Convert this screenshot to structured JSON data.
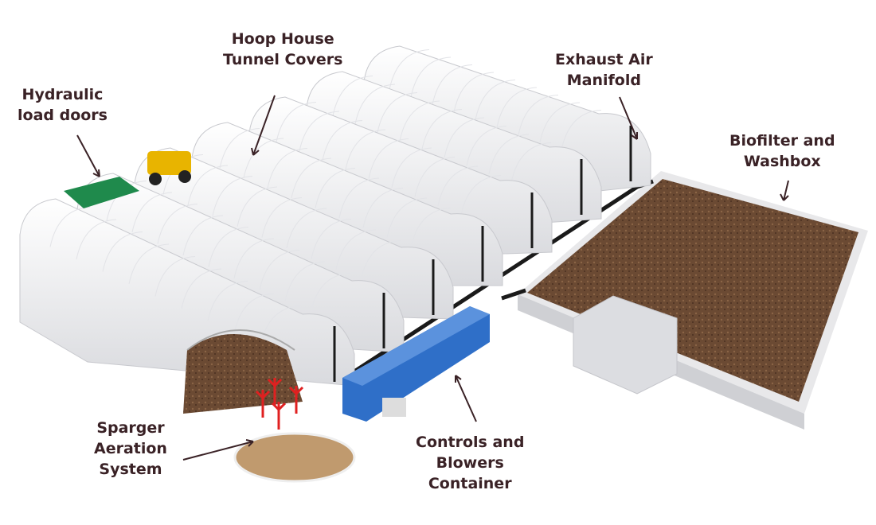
{
  "labels": {
    "hoop_house": {
      "lines": [
        "Hoop House",
        "Tunnel Covers"
      ]
    },
    "hydraulic": {
      "lines": [
        "Hydraulic",
        "load doors"
      ]
    },
    "exhaust": {
      "lines": [
        "Exhaust Air",
        "Manifold"
      ]
    },
    "biofilter": {
      "lines": [
        "Biofilter and",
        "Washbox"
      ]
    },
    "sparger": {
      "lines": [
        "Sparger",
        "Aeration",
        "System"
      ]
    },
    "controls": {
      "lines": [
        "Controls and",
        "Blowers",
        "Container"
      ]
    }
  },
  "colors": {
    "text": "#3a2226",
    "tunnel": "#f4f4f6",
    "biofilter": "#6b4a33",
    "container": "#2f6fc8",
    "door": "#1f8a4c",
    "loader": "#e8b400",
    "sparger": "#e02020"
  }
}
